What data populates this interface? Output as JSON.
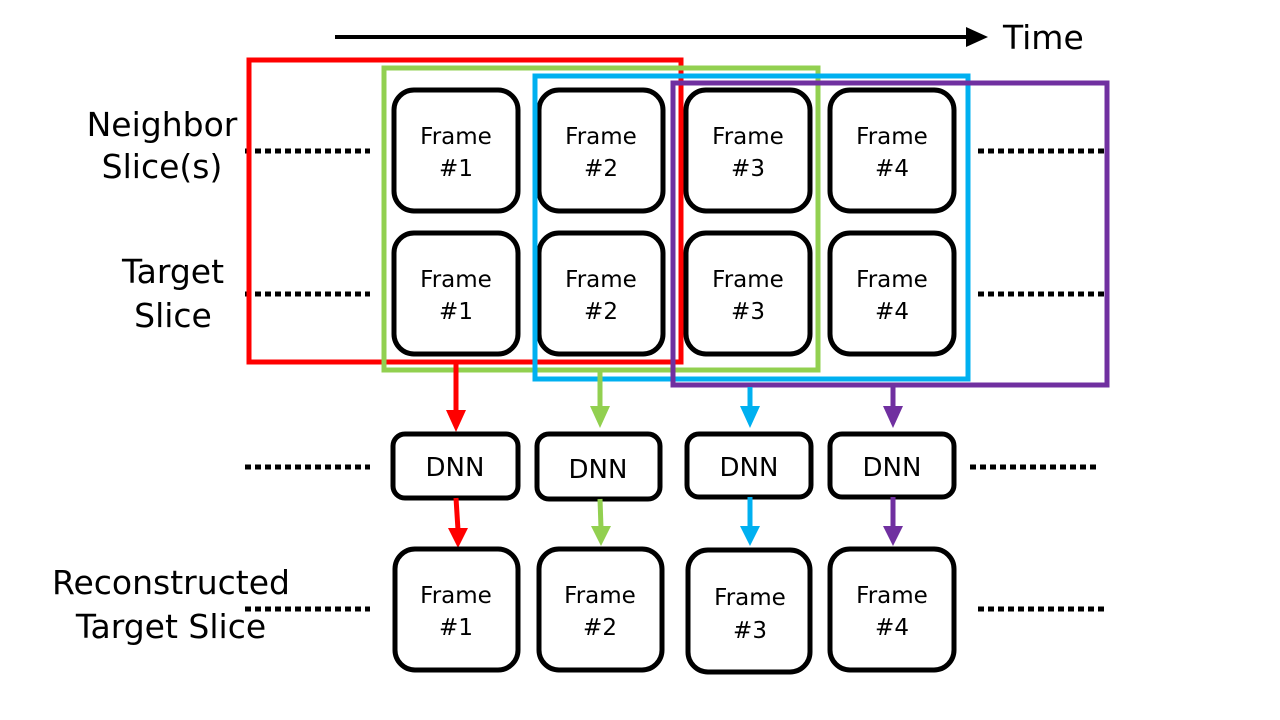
{
  "time_axis": {
    "label": "Time"
  },
  "row_labels": {
    "neighbor": [
      "Neighbor",
      "Slice(s)"
    ],
    "target": [
      "Target",
      "Slice"
    ],
    "reconstructed": [
      "Reconstructed",
      "Target Slice"
    ]
  },
  "frames": {
    "neighbor": [
      {
        "line1": "Frame",
        "line2": "#1"
      },
      {
        "line1": "Frame",
        "line2": "#2"
      },
      {
        "line1": "Frame",
        "line2": "#3"
      },
      {
        "line1": "Frame",
        "line2": "#4"
      }
    ],
    "target": [
      {
        "line1": "Frame",
        "line2": "#1"
      },
      {
        "line1": "Frame",
        "line2": "#2"
      },
      {
        "line1": "Frame",
        "line2": "#3"
      },
      {
        "line1": "Frame",
        "line2": "#4"
      }
    ],
    "reconstructed": [
      {
        "line1": "Frame",
        "line2": "#1"
      },
      {
        "line1": "Frame",
        "line2": "#2"
      },
      {
        "line1": "Frame",
        "line2": "#3"
      },
      {
        "line1": "Frame",
        "line2": "#4"
      }
    ]
  },
  "dnn": [
    "DNN",
    "DNN",
    "DNN",
    "DNN"
  ],
  "windows": [
    {
      "name": "window-frame-1",
      "color": "#ff0000"
    },
    {
      "name": "window-frame-2",
      "color": "#92d050"
    },
    {
      "name": "window-frame-3",
      "color": "#00b0f0"
    },
    {
      "name": "window-frame-4",
      "color": "#7030a0"
    }
  ]
}
